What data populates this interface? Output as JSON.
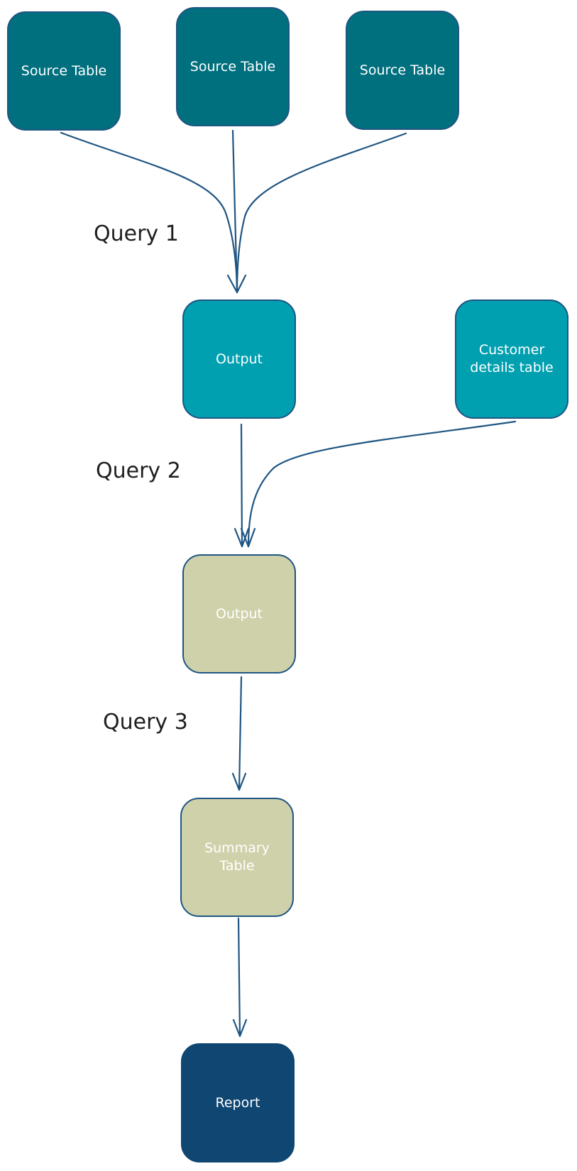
{
  "nodes": {
    "source_table_1": "Source Table",
    "source_table_2": "Source Table",
    "source_table_3": "Source Table",
    "output_1": "Output",
    "customer_details": "Customer details table",
    "output_2": "Output",
    "summary_table": "Summary Table",
    "report": "Report"
  },
  "queries": {
    "query_1": "Query 1",
    "query_2": "Query 2",
    "query_3": "Query 3"
  },
  "colors": {
    "teal_dark": "#00707f",
    "teal_light": "#00a0b0",
    "olive": "#cfd1aa",
    "navy": "#0f4672",
    "arrow": "#1f5582"
  }
}
